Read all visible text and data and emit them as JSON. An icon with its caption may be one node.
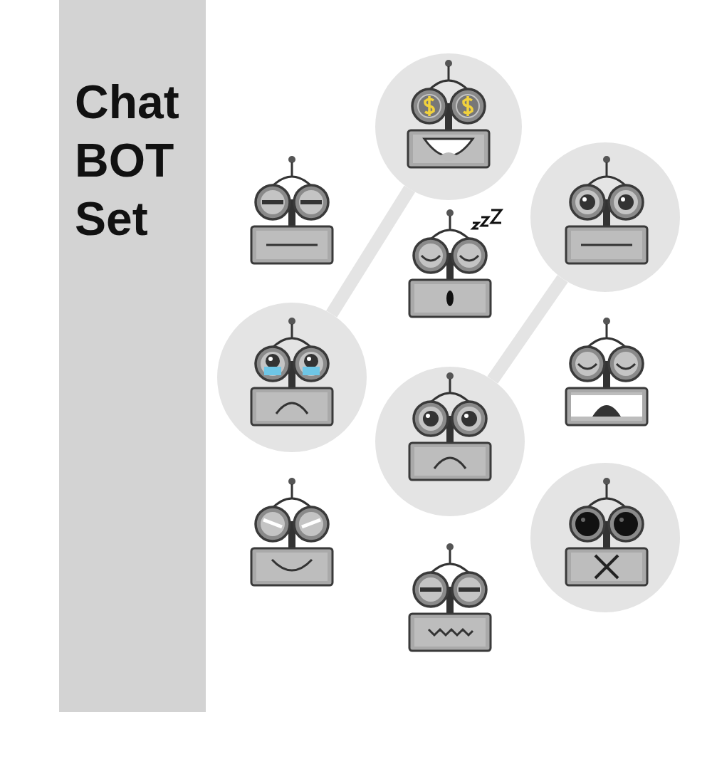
{
  "diagram": {
    "title": "Chat BOT Set",
    "nodes": [
      {
        "text": [],
        "shape": "circle"
      },
      {
        "text": [],
        "shape": "circle"
      },
      {
        "text": [],
        "shape": "circle"
      },
      {
        "text": [],
        "shape": "circle"
      },
      {
        "text": [],
        "shape": "circle"
      }
    ],
    "edges": [
      {
        "from": 0,
        "to": 2,
        "arrow": "none"
      },
      {
        "from": 1,
        "to": 3,
        "arrow": "none"
      }
    ]
  }
}
